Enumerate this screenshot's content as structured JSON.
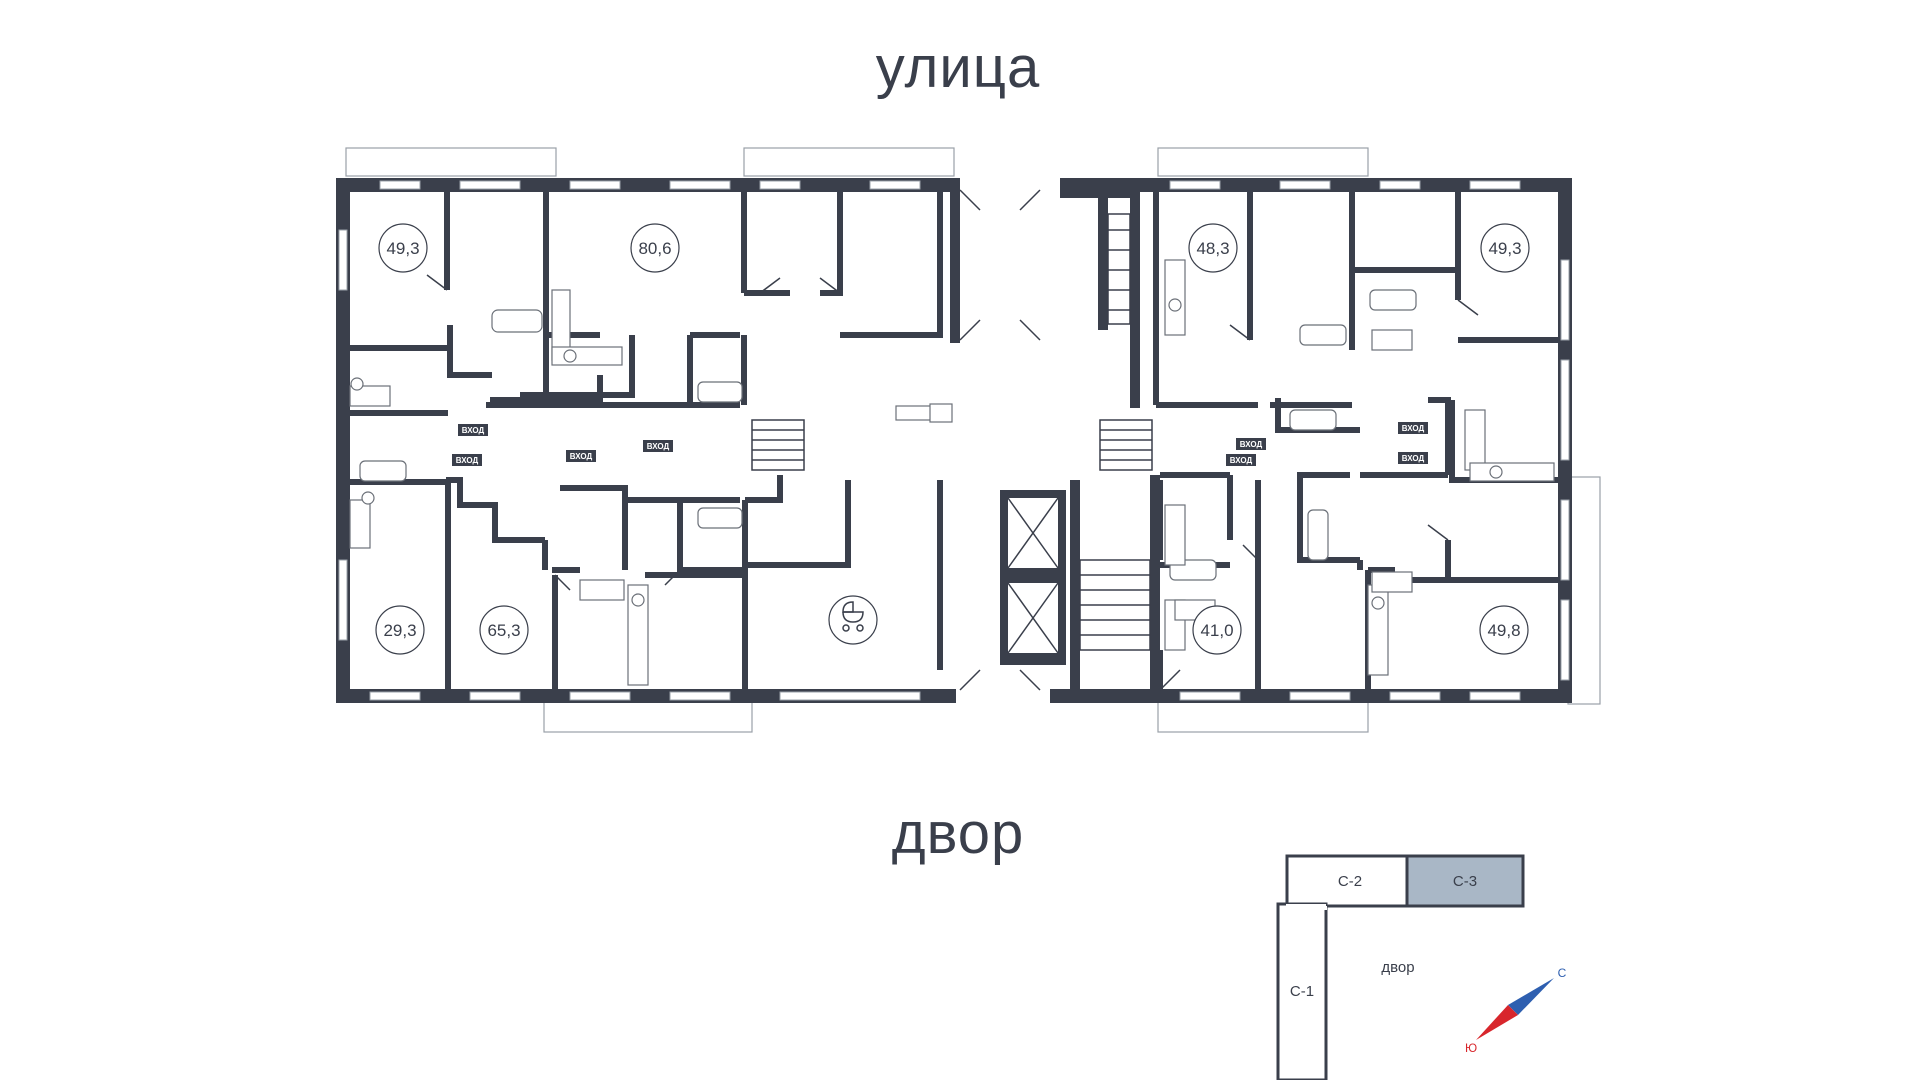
{
  "labels": {
    "street": "улица",
    "yard": "двор"
  },
  "apartments": [
    {
      "id": "apt-1",
      "area": "49,3"
    },
    {
      "id": "apt-2",
      "area": "80,6"
    },
    {
      "id": "apt-3",
      "area": "48,3"
    },
    {
      "id": "apt-4",
      "area": "49,3"
    },
    {
      "id": "apt-5",
      "area": "29,3"
    },
    {
      "id": "apt-6",
      "area": "65,3"
    },
    {
      "id": "apt-7",
      "area": "41,0"
    },
    {
      "id": "apt-8",
      "area": "49,8"
    }
  ],
  "entrance_label": "ВХОД",
  "key_plan": {
    "sections": [
      "С-1",
      "С-2",
      "С-3"
    ],
    "highlighted": "С-3",
    "yard_label": "двор",
    "highlight_color": "#a9b7c6"
  },
  "compass": {
    "north": "С",
    "south": "Ю",
    "north_color": "#2e5fb0",
    "south_color": "#d8262c"
  },
  "colors": {
    "wall": "#3a3f4b",
    "background": "#ffffff"
  }
}
